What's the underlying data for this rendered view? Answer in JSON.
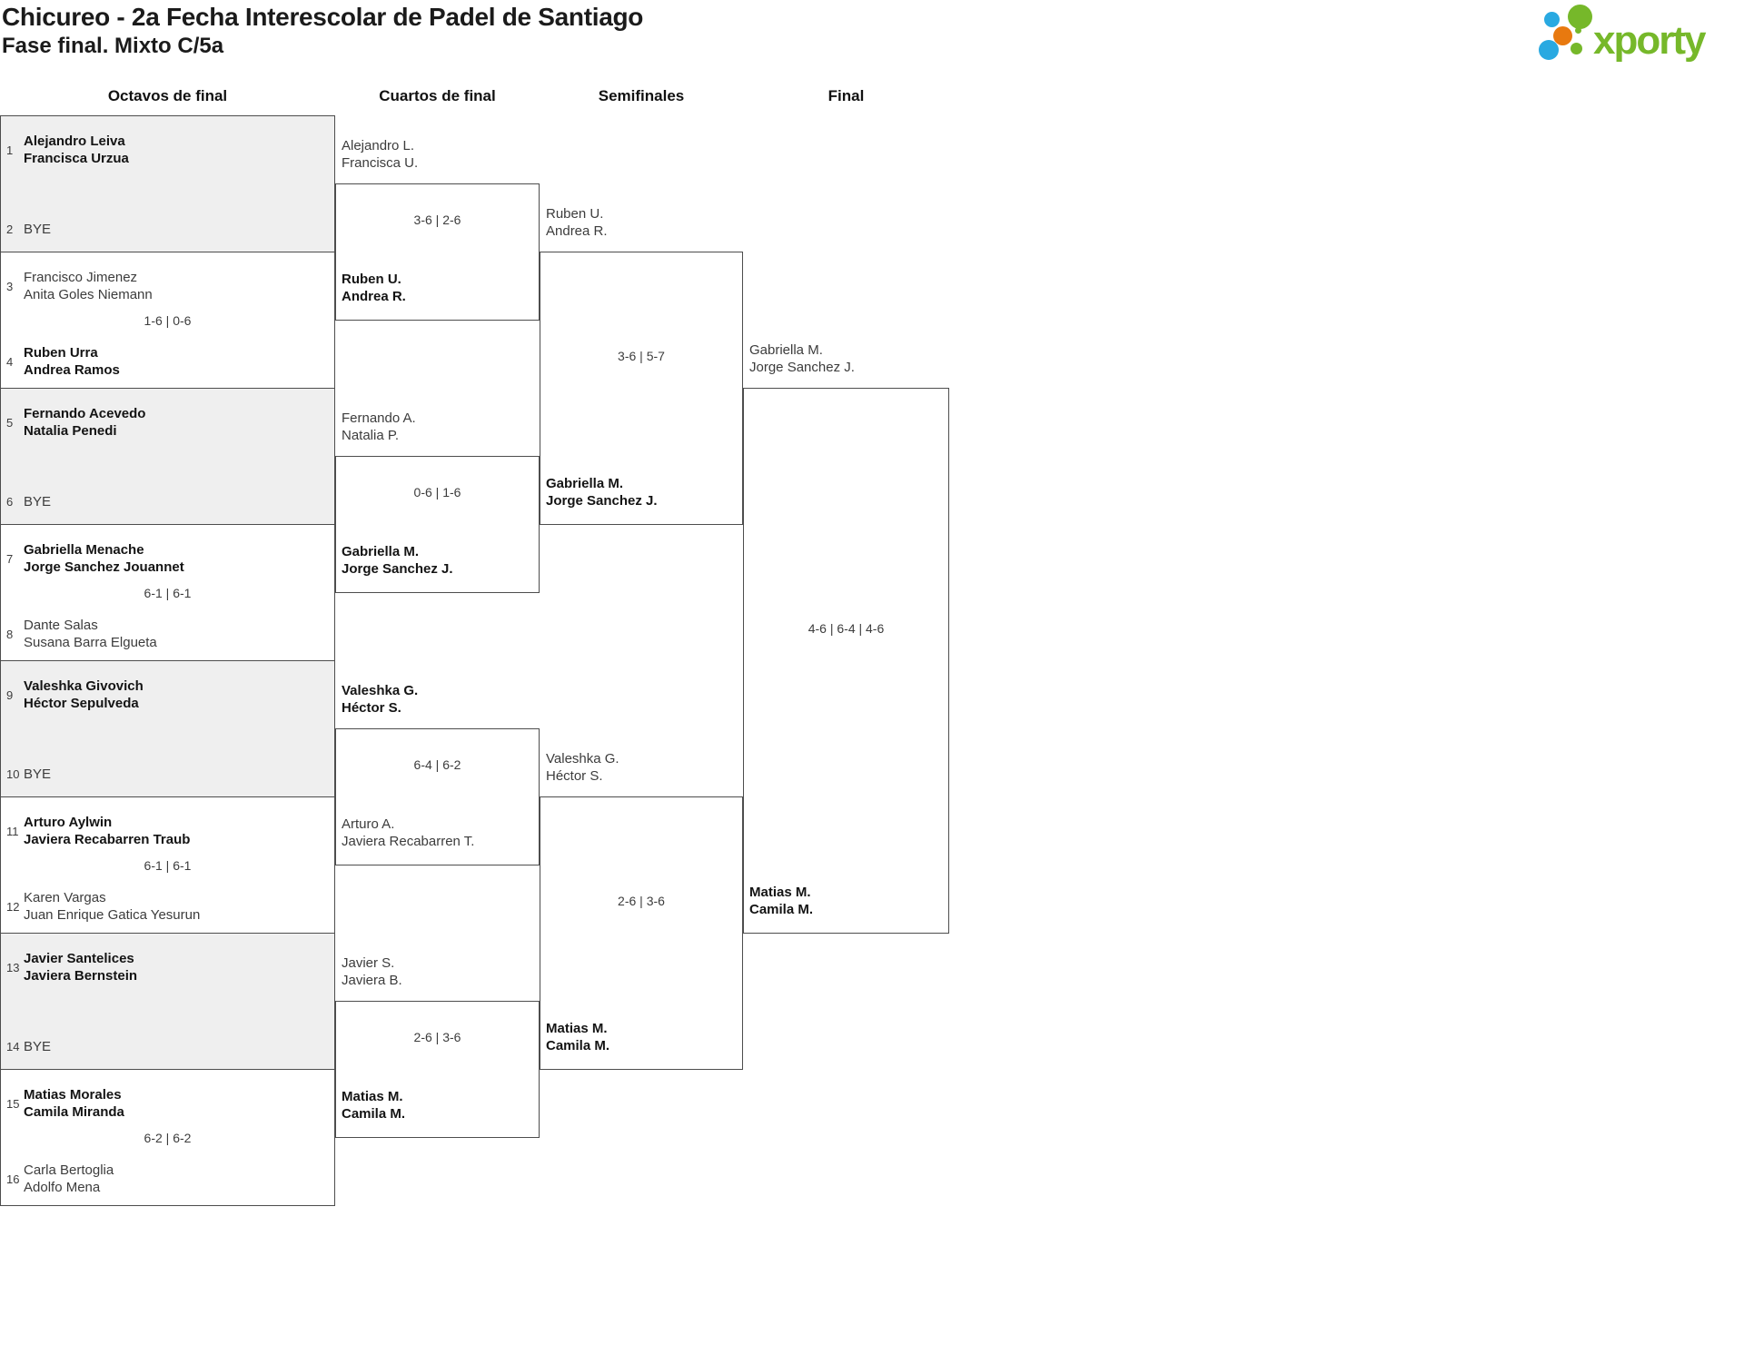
{
  "page": {
    "title": "Chicureo - 2a Fecha Interescolar de Padel de Santiago",
    "subtitle": "Fase final. Mixto C/5a"
  },
  "logo": {
    "text": "xporty",
    "green": "#76b82a",
    "blue": "#29a9e1",
    "orange": "#e8790f"
  },
  "colors": {
    "line": "#4d4d4d",
    "bye_background": "#efefef",
    "text": "#3c3c3c",
    "winner_text": "#141414"
  },
  "rounds": [
    {
      "name": "Octavos de final",
      "matches": [
        {
          "bye": true,
          "score": "",
          "top": {
            "seed": "1",
            "names": [
              "Alejandro Leiva",
              "Francisca Urzua"
            ],
            "winner": true
          },
          "bottom": {
            "seed": "2",
            "names": [
              "BYE"
            ],
            "winner": false
          }
        },
        {
          "bye": false,
          "score": "1-6 | 0-6",
          "top": {
            "seed": "3",
            "names": [
              "Francisco Jimenez",
              "Anita Goles Niemann"
            ],
            "winner": false
          },
          "bottom": {
            "seed": "4",
            "names": [
              "Ruben Urra",
              "Andrea Ramos"
            ],
            "winner": true
          }
        },
        {
          "bye": true,
          "score": "",
          "top": {
            "seed": "5",
            "names": [
              "Fernando Acevedo",
              "Natalia Penedi"
            ],
            "winner": true
          },
          "bottom": {
            "seed": "6",
            "names": [
              "BYE"
            ],
            "winner": false
          }
        },
        {
          "bye": false,
          "score": "6-1 | 6-1",
          "top": {
            "seed": "7",
            "names": [
              "Gabriella Menache",
              "Jorge Sanchez Jouannet"
            ],
            "winner": true
          },
          "bottom": {
            "seed": "8",
            "names": [
              "Dante Salas",
              "Susana Barra Elgueta"
            ],
            "winner": false
          }
        },
        {
          "bye": true,
          "score": "",
          "top": {
            "seed": "9",
            "names": [
              "Valeshka Givovich",
              "Héctor Sepulveda"
            ],
            "winner": true
          },
          "bottom": {
            "seed": "10",
            "names": [
              "BYE"
            ],
            "winner": false
          }
        },
        {
          "bye": false,
          "score": "6-1 | 6-1",
          "top": {
            "seed": "11",
            "names": [
              "Arturo Aylwin",
              "Javiera Recabarren Traub"
            ],
            "winner": true
          },
          "bottom": {
            "seed": "12",
            "names": [
              "Karen Vargas",
              "Juan Enrique Gatica Yesurun"
            ],
            "winner": false
          }
        },
        {
          "bye": true,
          "score": "",
          "top": {
            "seed": "13",
            "names": [
              "Javier Santelices",
              "Javiera Bernstein"
            ],
            "winner": true
          },
          "bottom": {
            "seed": "14",
            "names": [
              "BYE"
            ],
            "winner": false
          }
        },
        {
          "bye": false,
          "score": "6-2 | 6-2",
          "top": {
            "seed": "15",
            "names": [
              "Matias Morales",
              "Camila Miranda"
            ],
            "winner": true
          },
          "bottom": {
            "seed": "16",
            "names": [
              "Carla Bertoglia",
              "Adolfo Mena"
            ],
            "winner": false
          }
        }
      ]
    },
    {
      "name": "Cuartos de final",
      "matches": [
        {
          "score": "3-6 | 2-6",
          "top": {
            "names": [
              "Alejandro L.",
              "Francisca U."
            ],
            "winner": false
          },
          "bottom": {
            "names": [
              "Ruben U.",
              "Andrea R."
            ],
            "winner": true
          }
        },
        {
          "score": "0-6 | 1-6",
          "top": {
            "names": [
              "Fernando A.",
              "Natalia P."
            ],
            "winner": false
          },
          "bottom": {
            "names": [
              "Gabriella M.",
              "Jorge Sanchez J."
            ],
            "winner": true
          }
        },
        {
          "score": "6-4 | 6-2",
          "top": {
            "names": [
              "Valeshka G.",
              "Héctor S."
            ],
            "winner": true
          },
          "bottom": {
            "names": [
              "Arturo A.",
              "Javiera Recabarren T."
            ],
            "winner": false
          }
        },
        {
          "score": "2-6 | 3-6",
          "top": {
            "names": [
              "Javier S.",
              "Javiera B."
            ],
            "winner": false
          },
          "bottom": {
            "names": [
              "Matias M.",
              "Camila M."
            ],
            "winner": true
          }
        }
      ]
    },
    {
      "name": "Semifinales",
      "matches": [
        {
          "score": "3-6 | 5-7",
          "top": {
            "names": [
              "Ruben U.",
              "Andrea R."
            ],
            "winner": false
          },
          "bottom": {
            "names": [
              "Gabriella M.",
              "Jorge Sanchez J."
            ],
            "winner": true
          }
        },
        {
          "score": "2-6 | 3-6",
          "top": {
            "names": [
              "Valeshka G.",
              "Héctor S."
            ],
            "winner": false
          },
          "bottom": {
            "names": [
              "Matias M.",
              "Camila M."
            ],
            "winner": true
          }
        }
      ]
    },
    {
      "name": "Final",
      "matches": [
        {
          "score": "4-6 | 6-4 | 4-6",
          "top": {
            "names": [
              "Gabriella M.",
              "Jorge Sanchez J."
            ],
            "winner": false
          },
          "bottom": {
            "names": [
              "Matias M.",
              "Camila M."
            ],
            "winner": true
          }
        }
      ]
    }
  ]
}
